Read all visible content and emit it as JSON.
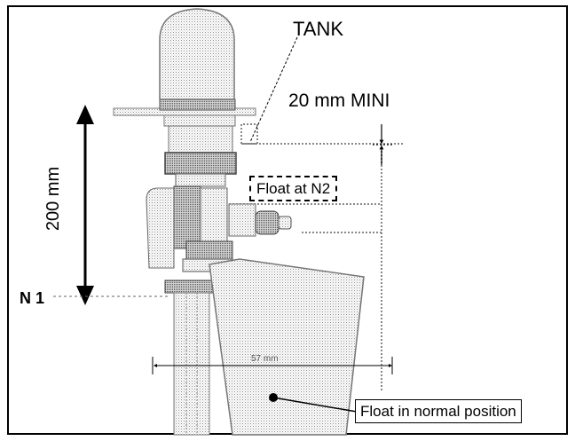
{
  "labels": {
    "tank": "TANK",
    "min_gap": "20 mm MINI",
    "travel": "200 mm",
    "level_n1": "N 1",
    "float_at_n2": "Float at N2",
    "float_normal": "Float in normal position",
    "float_width": "57 mm"
  },
  "colors": {
    "ink": "#000000",
    "stipple": "#9a9a9a",
    "background": "#ffffff"
  }
}
